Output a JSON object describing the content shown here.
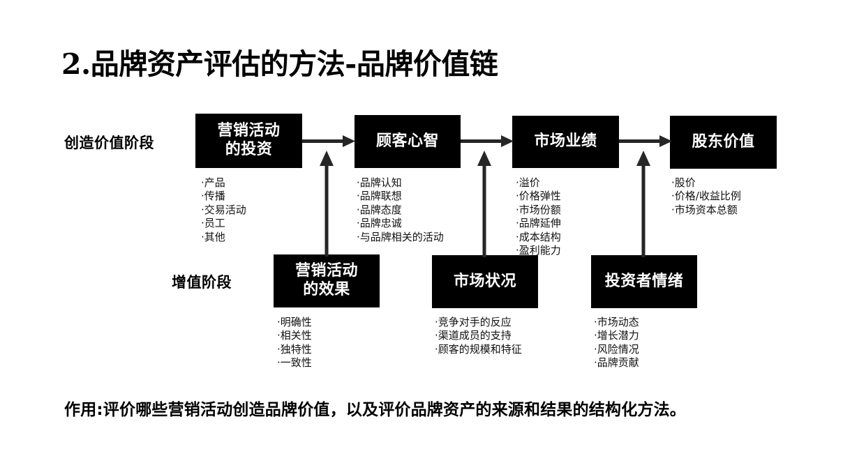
{
  "slide": {
    "title": "2.品牌资产评估的方法-品牌价值链",
    "footer": "作用:评价哪些营销活动创造品牌价值，以及评价品牌资产的来源和结果的结构化方法。",
    "background_color": "#ffffff",
    "node_color": "#000000",
    "node_text_color": "#ffffff"
  },
  "stage_labels": {
    "create_value": "创造价值阶段",
    "value_added": "增值阶段"
  },
  "top_row": [
    {
      "id": "marketing-investment",
      "title": "营销活动\n的投资",
      "bullets": [
        "·产品",
        "·传播",
        "·交易活动",
        "·员工",
        "·其他"
      ]
    },
    {
      "id": "customer-mindset",
      "title": "顾客心智",
      "bullets": [
        "·品牌认知",
        "·品牌联想",
        "·品牌态度",
        "·品牌忠诚",
        "·与品牌相关的活动"
      ]
    },
    {
      "id": "market-performance",
      "title": "市场业绩",
      "bullets": [
        "·溢价",
        "·价格弹性",
        "·市场份额",
        "·品牌延伸",
        "·成本结构",
        "·盈利能力"
      ]
    },
    {
      "id": "shareholder-value",
      "title": "股东价值",
      "bullets": [
        "·股价",
        "·价格/收益比例",
        "·市场资本总额"
      ]
    }
  ],
  "bottom_row": [
    {
      "id": "marketing-effect",
      "title": "营销活动\n的效果",
      "bullets": [
        "·明确性",
        "·相关性",
        "·独特性",
        "·一致性"
      ]
    },
    {
      "id": "market-condition",
      "title": "市场状况",
      "bullets": [
        "·竞争对手的反应",
        "·渠道成员的支持",
        "·顾客的规模和特征"
      ]
    },
    {
      "id": "investor-sentiment",
      "title": "投资者情绪",
      "bullets": [
        "·市场动态",
        "·增长潜力",
        "·风险情况",
        "·品牌贡献"
      ]
    }
  ]
}
